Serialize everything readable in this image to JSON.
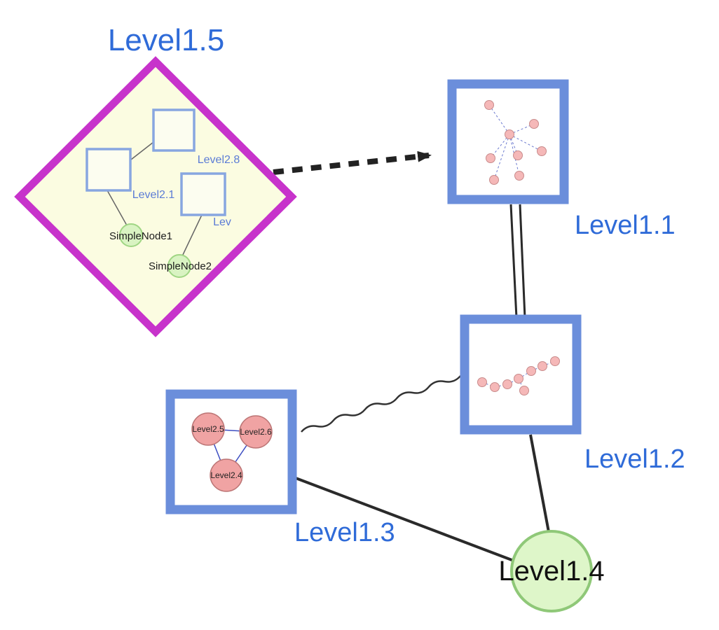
{
  "nodes": {
    "level1_5": {
      "label": "Level1.5",
      "type": "group-diamond"
    },
    "level1_1": {
      "label": "Level1.1",
      "type": "group-square"
    },
    "level1_2": {
      "label": "Level1.2",
      "type": "group-square"
    },
    "level1_3": {
      "label": "Level1.3",
      "type": "group-square"
    },
    "level1_4": {
      "label": "Level1.4",
      "type": "circle-node"
    },
    "level2_8": {
      "label": "Level2.8",
      "parent": "level1_5"
    },
    "level2_1": {
      "label": "Level2.1",
      "parent": "level1_5"
    },
    "level2_x": {
      "label": "Lev",
      "parent": "level1_5"
    },
    "simple_node_1": {
      "label": "SimpleNode1",
      "parent": "level1_5"
    },
    "simple_node_2": {
      "label": "SimpleNode2",
      "parent": "level1_5"
    },
    "level2_5": {
      "label": "Level2.5",
      "parent": "level1_3"
    },
    "level2_6": {
      "label": "Level2.6",
      "parent": "level1_3"
    },
    "level2_4": {
      "label": "Level2.4",
      "parent": "level1_3"
    }
  },
  "edges": [
    {
      "from": "Level1.5",
      "to": "Level1.1",
      "style": "dashed-arrow"
    },
    {
      "from": "Level1.1",
      "to": "Level1.2",
      "style": "double-line"
    },
    {
      "from": "Level1.3",
      "to": "Level1.2",
      "style": "wavy"
    },
    {
      "from": "Level1.3",
      "to": "Level1.4",
      "style": "solid"
    },
    {
      "from": "Level1.2",
      "to": "Level1.4",
      "style": "solid"
    },
    {
      "from": "Level2.8",
      "to": "Level2.1",
      "style": "thin"
    },
    {
      "from": "Level2.1",
      "to": "SimpleNode1",
      "style": "thin"
    },
    {
      "from": "Lev",
      "to": "SimpleNode2",
      "style": "thin"
    },
    {
      "from": "Level2.5",
      "to": "Level2.6",
      "style": "thin-blue"
    },
    {
      "from": "Level2.5",
      "to": "Level2.4",
      "style": "thin-blue"
    },
    {
      "from": "Level2.6",
      "to": "Level2.4",
      "style": "thin-blue"
    }
  ],
  "colors": {
    "label_blue": "#2f6bd8",
    "inner_label_blue": "#5b7cd6",
    "group_border_blue": "#6b8edb",
    "inner_square_border": "#88a6e0",
    "diamond_magenta": "#c733cb",
    "diamond_fill": "#fbfce1",
    "square_fill": "#fcfdf0",
    "green_node_fill": "#d9f3c2",
    "green_node_border": "#a0d684",
    "level14_fill": "#def6c9",
    "level14_border": "#8fc878",
    "pink_node_fill": "#f0a3a3",
    "pink_node_border": "#bc7575",
    "mini_node_fill": "#f5b8b8",
    "mini_node_border": "#c88b8b",
    "mini_edge_blue": "#6b79cf",
    "triangle_edge_blue": "#3d4ec2",
    "edge_dark": "#2a2a2a",
    "text_dark": "#111111"
  }
}
